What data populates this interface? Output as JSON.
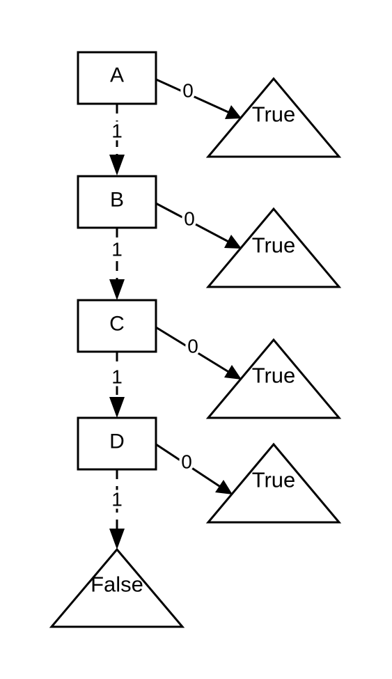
{
  "nodes": [
    {
      "label": "A",
      "low_label": "0",
      "high_label": "1",
      "low_leaf": "True"
    },
    {
      "label": "B",
      "low_label": "0",
      "high_label": "1",
      "low_leaf": "True"
    },
    {
      "label": "C",
      "low_label": "0",
      "high_label": "1",
      "low_leaf": "True"
    },
    {
      "label": "D",
      "low_label": "0",
      "high_label": "1",
      "low_leaf": "True"
    }
  ],
  "final_leaf": "False",
  "colors": {
    "stroke": "#000000",
    "fill": "#ffffff"
  }
}
